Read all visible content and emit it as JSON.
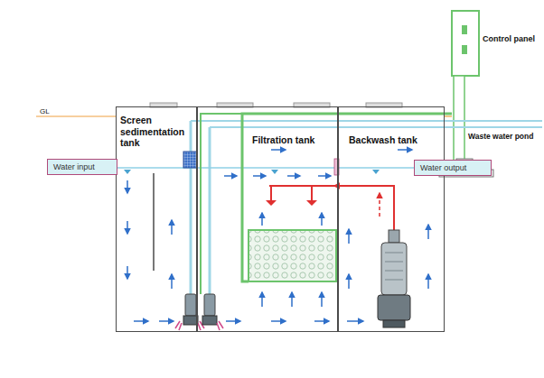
{
  "diagram": {
    "nodes": [
      {
        "text": [
          "Control panel"
        ]
      },
      {
        "text": [
          "Screen sedimentation tank"
        ]
      },
      {
        "text": [
          "Filtration tank"
        ]
      },
      {
        "text": [
          "Backwash tank"
        ]
      },
      {
        "text": [
          "Water input"
        ]
      },
      {
        "text": [
          "Water output"
        ]
      }
    ],
    "edges": [
      {
        "from": 0,
        "to": 2,
        "arrow": "none"
      }
    ],
    "labels": [
      "GL",
      "Waste water pond"
    ]
  }
}
